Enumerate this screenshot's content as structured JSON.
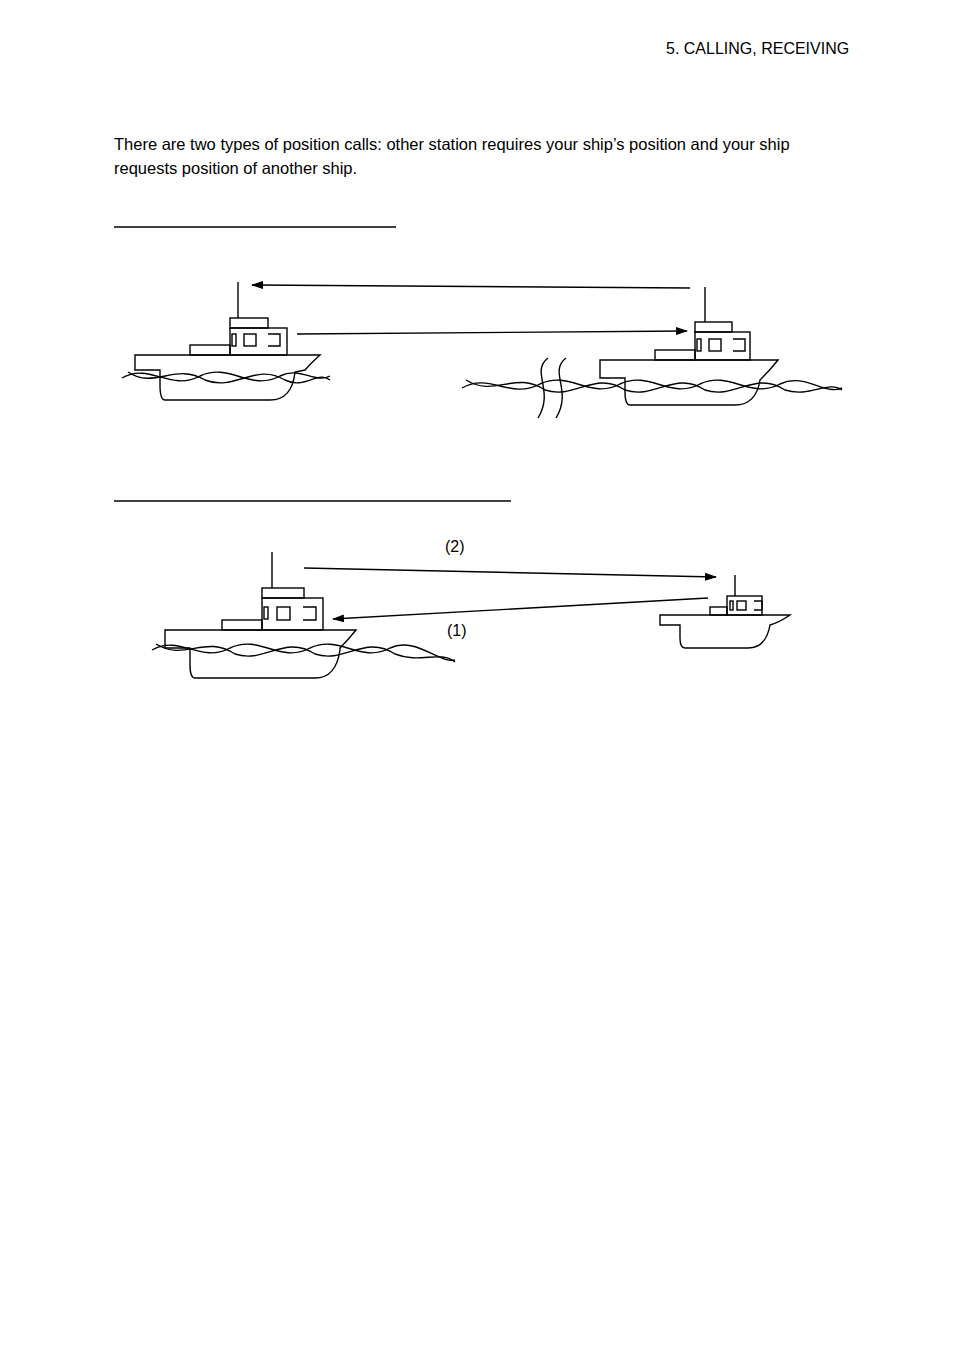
{
  "diagram": {
    "labels": [
      "5. CALLING, RECEIVING",
      "There are two types of position calls: other station requires your ship’s position and your ship requests position of another ship.",
      "(2)",
      "(1)"
    ]
  }
}
